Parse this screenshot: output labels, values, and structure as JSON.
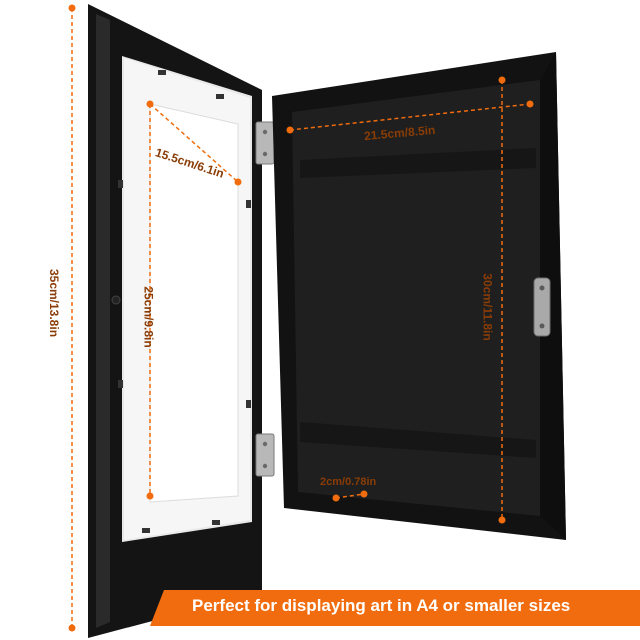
{
  "photo": {
    "subject": "open black shadow-box art frame with hinged front and white mat board",
    "colors": {
      "frame": "#141414",
      "frame_inner": "#1c1c1c",
      "mat": "#f4f4f4",
      "accent": "#f06c0e",
      "dim_text": "#8a3c06"
    }
  },
  "dimensions": {
    "overall_height": "35cm/13.8in",
    "mat_width": "15.5cm/6.1in",
    "mat_height": "25cm/9.8in",
    "inner_width": "21.5cm/8.5in",
    "inner_height": "30cm/11.8in",
    "depth": "2cm/0.78in"
  },
  "banner": {
    "text": "Perfect for displaying art in A4 or smaller sizes"
  }
}
